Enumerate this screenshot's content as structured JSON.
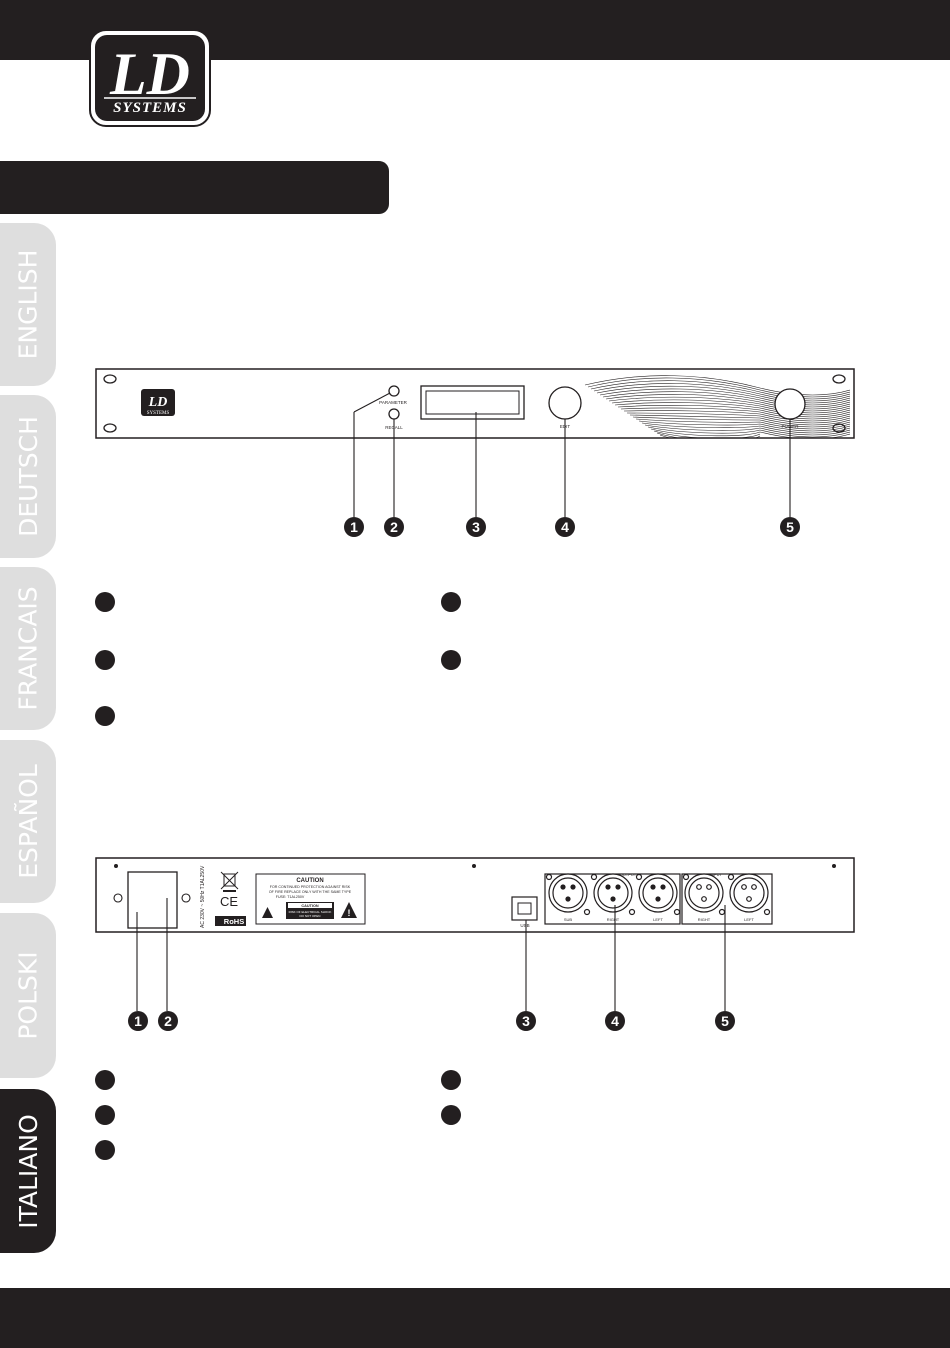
{
  "logo": {
    "top": "LD",
    "bottom": "SYSTEMS"
  },
  "tabs": [
    {
      "label": "ENGLISH",
      "active": false
    },
    {
      "label": "DEUTSCH",
      "active": false
    },
    {
      "label": "FRANCAIS",
      "active": false
    },
    {
      "label": "ESPAÑOL",
      "active": false
    },
    {
      "label": "POLSKI",
      "active": false
    },
    {
      "label": "ITALIANO",
      "active": true
    }
  ],
  "front_panel": {
    "labels": {
      "parameter": "PARAMETER",
      "recall": "RECALL",
      "edit": "EDIT",
      "power": "POWER",
      "brand": "SYSTEMS"
    },
    "callouts": [
      "1",
      "2",
      "3",
      "4",
      "5"
    ]
  },
  "rear_panel": {
    "caution_title": "CAUTION",
    "caution_text_1": "FOR CONTINUED PROTECTION AGAINST RISK",
    "caution_text_2": "OF FIRE REPLACE ONLY WITH THE SAME TYPE",
    "caution_text_3": "FUSE: T1AL250V",
    "caution_box_title": "CAUTION",
    "caution_box_1": "RISK OF ELECTRICAL SHOCK",
    "caution_box_2": "DO NOT OPEN",
    "rohs": "RoHS",
    "ce": "CE",
    "voltage": "AC 230V ~ 50Hz  T1AL250V",
    "usb": "USB",
    "output": "OUTPUT",
    "input": "INPUT",
    "xlr_labels": [
      "SUB",
      "RIGHT",
      "LEFT",
      "RIGHT",
      "LEFT"
    ],
    "callouts": [
      "1",
      "2",
      "3",
      "4",
      "5"
    ]
  },
  "colors": {
    "dark": "#231f20",
    "tab_inactive": "#dedede"
  }
}
